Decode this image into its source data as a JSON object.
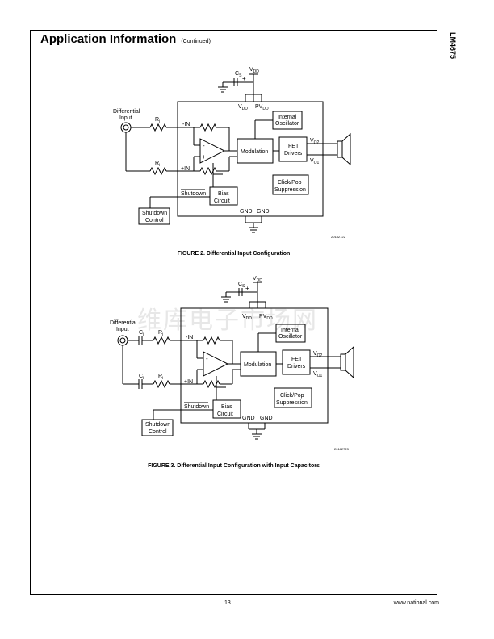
{
  "header": {
    "title": "Application Information",
    "subtitle": "(Continued)"
  },
  "side_label": "LM4675",
  "watermark": "维库电子市场网",
  "figure2": {
    "caption": "FIGURE 2. Differential Input Configuration",
    "code": "20182722"
  },
  "figure3": {
    "caption": "FIGURE 3. Differential Input Configuration with Input Capacitors",
    "code": "20182723"
  },
  "labels": {
    "differential": "Differential",
    "input": "Input",
    "ri": "R",
    "ri_sub": "i",
    "ci": "C",
    "ci_sub": "i",
    "minus_in": "-IN",
    "plus_in": "+IN",
    "shutdown": "Shutdown",
    "shutdown_control_1": "Shutdown",
    "shutdown_control_2": "Control",
    "bias_1": "Bias",
    "bias_2": "Circuit",
    "internal_1": "Internal",
    "internal_2": "Oscillator",
    "modulation": "Modulation",
    "fet_1": "FET",
    "fet_2": "Drivers",
    "clickpop_1": "Click/Pop",
    "clickpop_2": "Suppression",
    "cs": "C",
    "cs_sub": "S",
    "vdd": "V",
    "vdd_sub": "DD",
    "pvdd": "PV",
    "pvdd_sub": "DD",
    "vo1": "V",
    "vo1_sub": "O1",
    "vo2": "V",
    "vo2_sub": "O2",
    "gnd": "GND",
    "opamp_minus": "-",
    "opamp_plus": "+",
    "cap_plus": "+"
  },
  "footer": {
    "page": "13",
    "url": "www.national.com"
  }
}
